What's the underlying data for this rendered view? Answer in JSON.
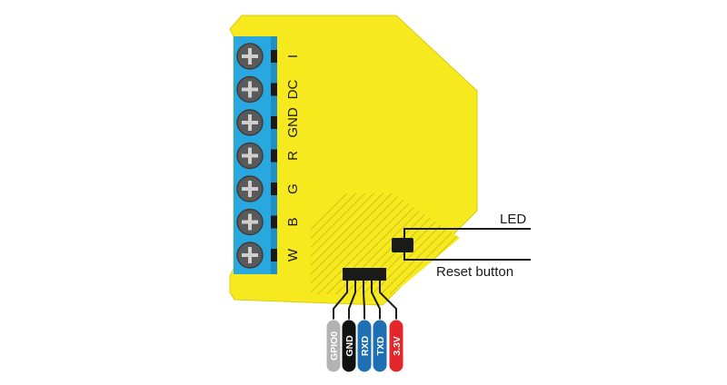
{
  "colors": {
    "board": "#f6ea1f",
    "terminal_block": "#29a8e0",
    "screw": "#555555",
    "connector": "#1a1a1a",
    "line": "#1a1a1a"
  },
  "terminals": [
    {
      "label": "I"
    },
    {
      "label": "DC"
    },
    {
      "label": "GND"
    },
    {
      "label": "R"
    },
    {
      "label": "G"
    },
    {
      "label": "B"
    },
    {
      "label": "W"
    }
  ],
  "callouts": {
    "led": "LED",
    "reset": "Reset button"
  },
  "header_pins": [
    {
      "label": "GPIO0",
      "color": "#b3b3b3"
    },
    {
      "label": "GND",
      "color": "#111111"
    },
    {
      "label": "RXD",
      "color": "#1f6fb5"
    },
    {
      "label": "TXD",
      "color": "#1f6fb5"
    },
    {
      "label": "3.3V",
      "color": "#e3262a"
    }
  ]
}
